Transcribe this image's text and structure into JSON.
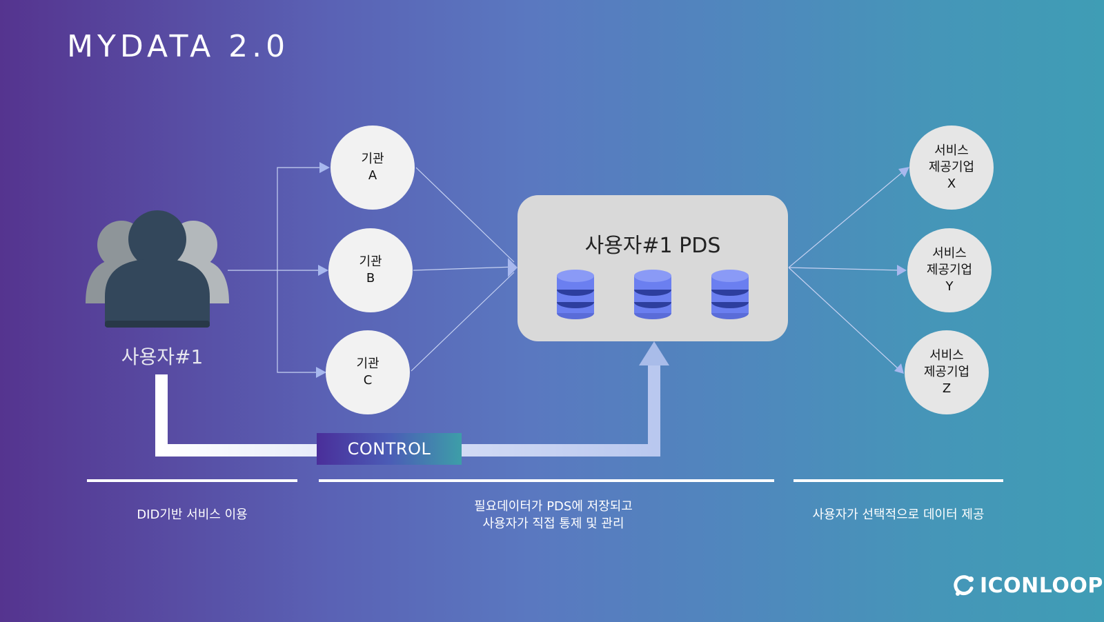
{
  "title": "MYDATA 2.0",
  "user": {
    "label": "사용자#1"
  },
  "institutions": [
    {
      "line1": "기관",
      "line2": "A"
    },
    {
      "line1": "기관",
      "line2": "B"
    },
    {
      "line1": "기관",
      "line2": "C"
    }
  ],
  "pds": {
    "title": "사용자#1 PDS"
  },
  "services": [
    {
      "line1": "서비스",
      "line2": "제공기업",
      "line3": "X"
    },
    {
      "line1": "서비스",
      "line2": "제공기업",
      "line3": "Y"
    },
    {
      "line1": "서비스",
      "line2": "제공기업",
      "line3": "Z"
    }
  ],
  "control_label": "CONTROL",
  "captions": {
    "left": "DID기반 서비스 이용",
    "middle_line1": "필요데이터가 PDS에 저장되고",
    "middle_line2": "사용자가 직접 통제 및 관리",
    "right": "사용자가 선택적으로 데이터 제공"
  },
  "logo": {
    "text": "ICONLOOP",
    "icon": "iconloop-logo-icon"
  },
  "colors": {
    "circle_fill": "#f2f2f2",
    "pds_fill": "#d9d9d9",
    "database_blue": "#6b7ff0",
    "user_dark": "#33475b",
    "user_light": "#a9aeb3"
  }
}
